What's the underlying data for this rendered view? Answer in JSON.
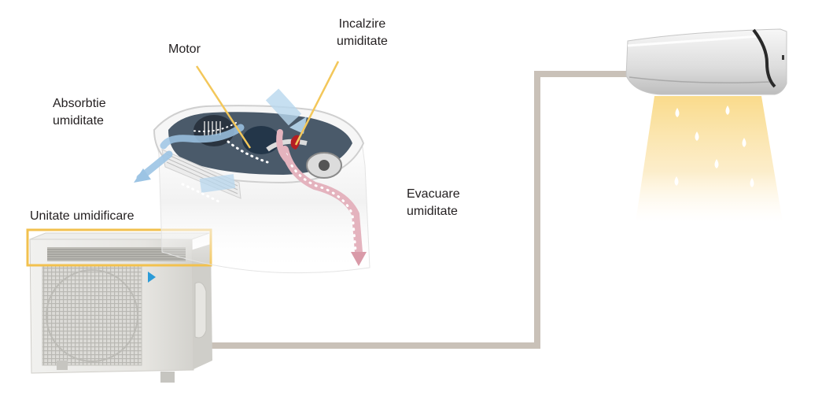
{
  "labels": {
    "motor": "Motor",
    "heating": {
      "line1": "Incalzire",
      "line2": "umiditate"
    },
    "absorption": {
      "line1": "Absorbtie",
      "line2": "umiditate"
    },
    "evacuation": {
      "line1": "Evacuare",
      "line2": "umiditate"
    },
    "humidifier_unit": "Unitate umidificare"
  },
  "colors": {
    "pipe": "#c9c1b8",
    "callout": "#f3c75a",
    "highlight_box": "#f2c14e",
    "intake_arrow": "#9cc4e4",
    "exhaust_arrow": "#d99aa8",
    "warm_glow": "#fbe3a6",
    "drops": "#ffffff"
  }
}
